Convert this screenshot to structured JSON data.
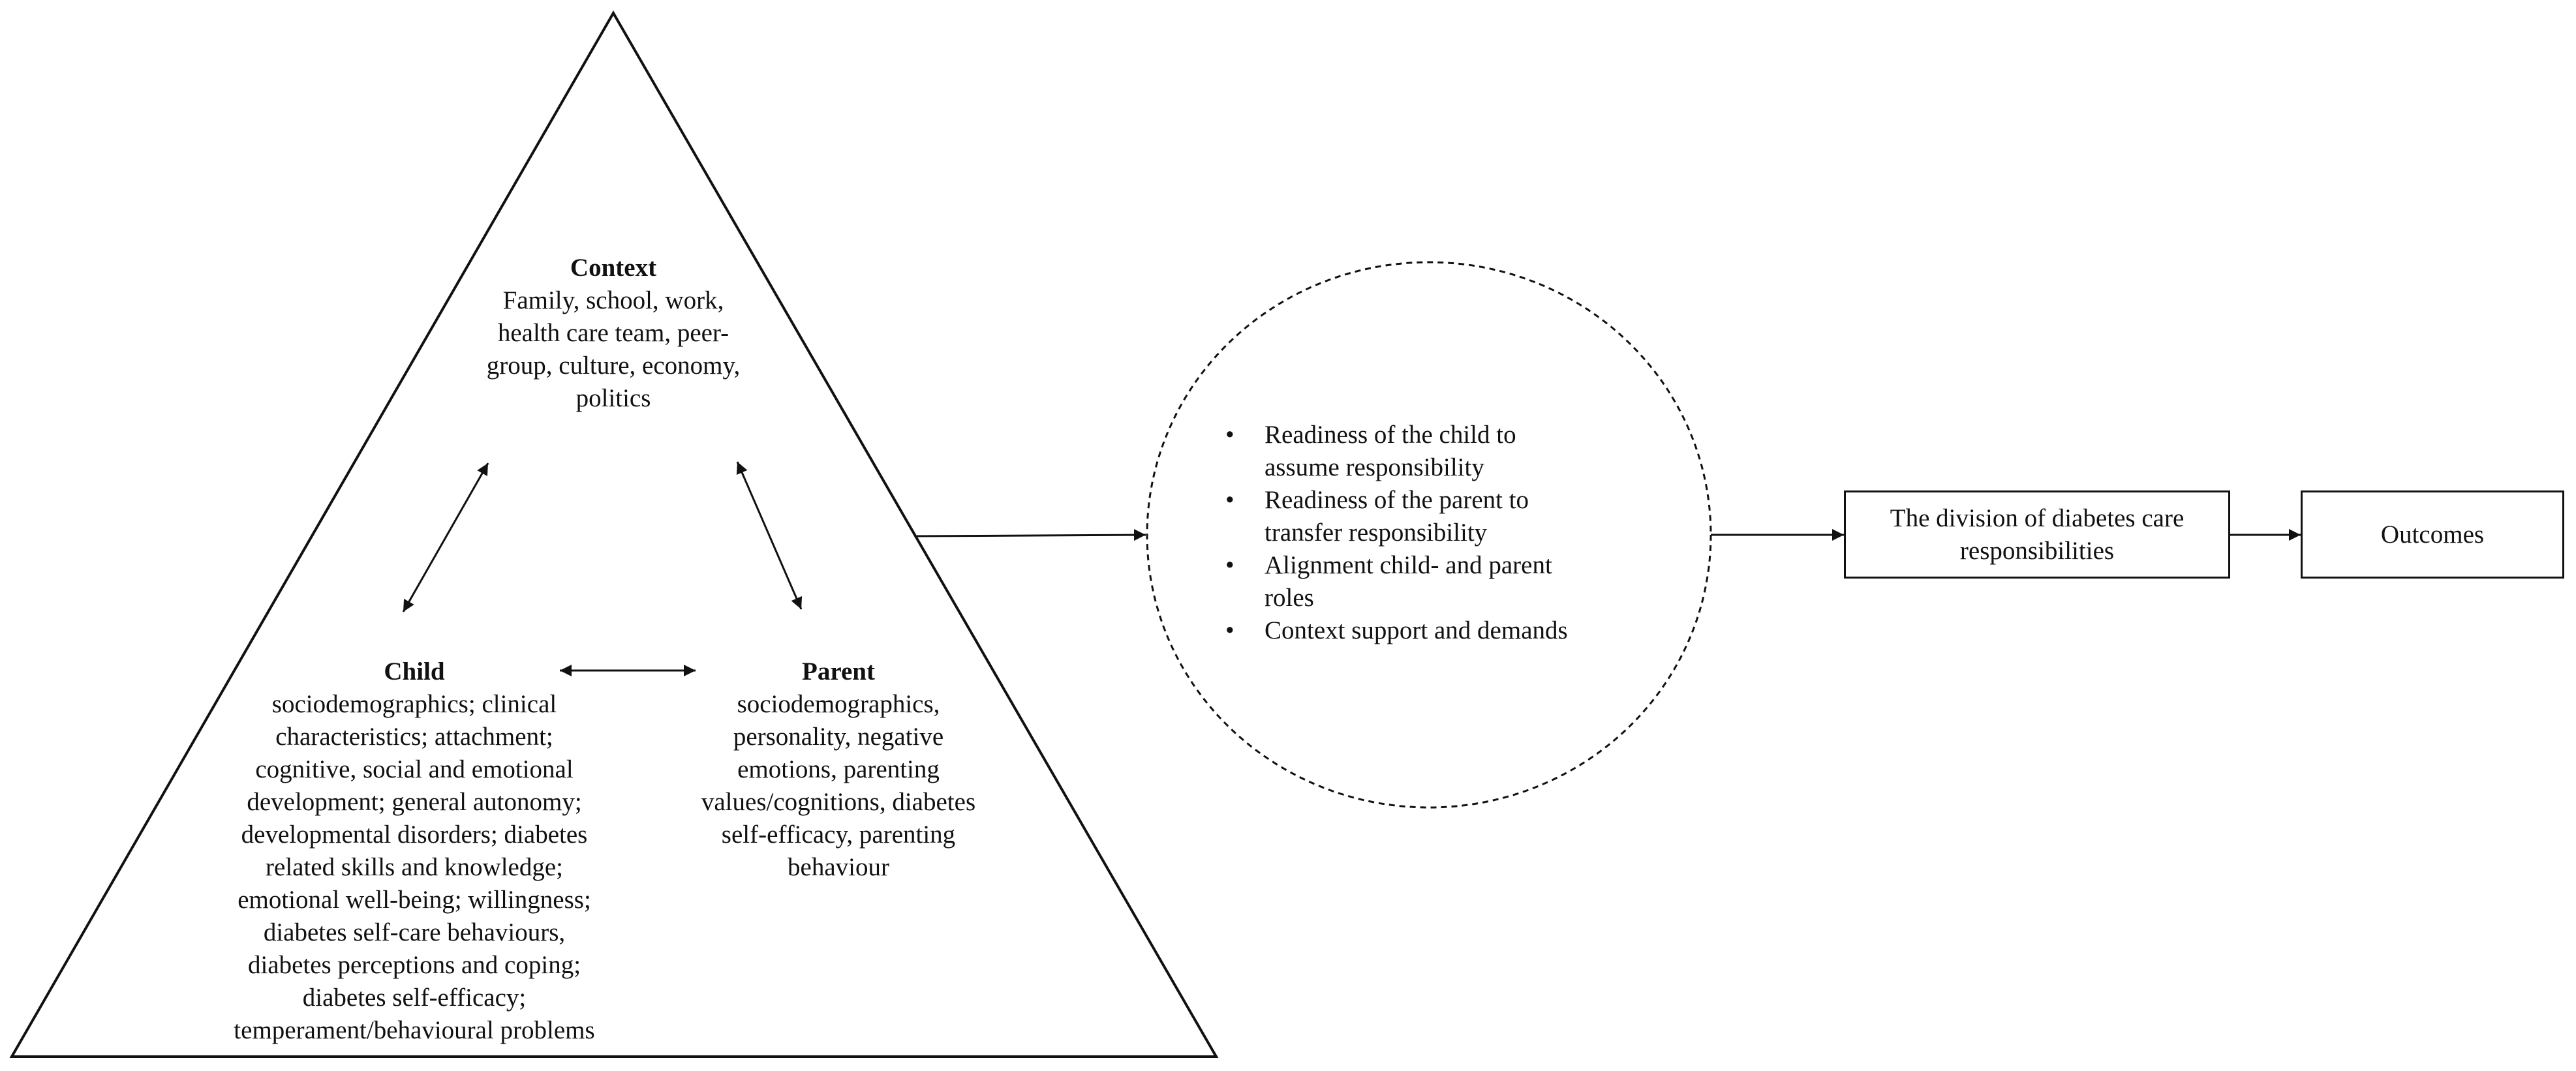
{
  "diagram": {
    "context": {
      "heading": "Context",
      "text": "Family, school, work, health care team, peer-group, culture, economy, politics",
      "lines": [
        "Family, school, work,",
        "health care team, peer-",
        "group, culture, economy,",
        "politics"
      ]
    },
    "child": {
      "heading": "Child",
      "text": "sociodemographics; clinical characteristics; attachment; cognitive, social and emotional development; general autonomy; developmental disorders; diabetes related skills and knowledge; emotional well-being; willingness; diabetes self-care behaviours, diabetes perceptions and coping; diabetes self-efficacy; temperament/behavioural problems",
      "lines": [
        "sociodemographics; clinical",
        "characteristics; attachment;",
        "cognitive, social and emotional",
        "development; general autonomy;",
        "developmental disorders; diabetes",
        "related skills and knowledge;",
        "emotional well-being; willingness;",
        "diabetes self-care behaviours,",
        "diabetes perceptions and coping;",
        "diabetes self-efficacy;",
        "temperament/behavioural problems"
      ]
    },
    "parent": {
      "heading": "Parent",
      "text": "sociodemographics, personality, negative emotions, parenting values/cognitions, diabetes self-efficacy, parenting behaviour",
      "lines": [
        "sociodemographics,",
        "personality, negative",
        "emotions, parenting",
        "values/cognitions, diabetes",
        "self-efficacy, parenting",
        "behaviour"
      ]
    },
    "factors": {
      "bullet": "•",
      "items": [
        {
          "line1": "Readiness of the child to",
          "line2": "assume responsibility"
        },
        {
          "line1": "Readiness of the parent to",
          "line2": "transfer responsibility"
        },
        {
          "line1": "Alignment child- and parent",
          "line2": "roles"
        },
        {
          "line1": "Context support and demands",
          "line2": ""
        }
      ]
    },
    "division_box": {
      "line1": "The division of diabetes care",
      "line2": "responsibilities"
    },
    "outcomes_box": {
      "label": "Outcomes"
    }
  },
  "colors": {
    "line": "#111111",
    "background": "#ffffff"
  }
}
